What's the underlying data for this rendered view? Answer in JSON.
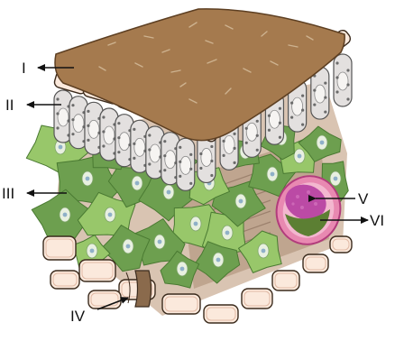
{
  "labels": {
    "l1": "I",
    "l2": "II",
    "l3": "III",
    "l4": "IV",
    "l5": "V",
    "l6": "VI"
  },
  "colors": {
    "cuticle": "#a57a4e",
    "epidermis": "#fbe9dc",
    "palisade": "#e3e0df",
    "spongy": "#6d9f4f",
    "spongy_light": "#98c76a",
    "background_tissue": "#c7b5a6",
    "vein_xylem": "#bb4aa5",
    "vein_phloem": "#5c7f33",
    "vein_sheath": "#e889b1"
  }
}
